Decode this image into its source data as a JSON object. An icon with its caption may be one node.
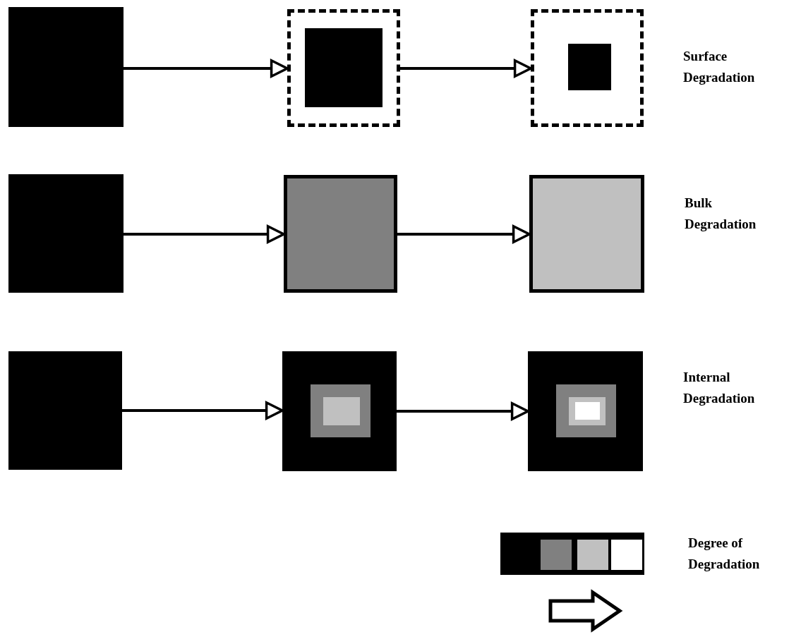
{
  "diagram": {
    "nodes": [
      {
        "text": [],
        "shape": "box"
      },
      {
        "text": [],
        "shape": "box"
      },
      {
        "text": [],
        "shape": "box"
      },
      {
        "text": [],
        "shape": "box"
      },
      {
        "text": [],
        "shape": "box"
      },
      {
        "text": [],
        "shape": "box"
      },
      {
        "text": [],
        "shape": "box"
      },
      {
        "text": [],
        "shape": "box"
      },
      {
        "text": [],
        "shape": "box"
      }
    ],
    "edges": [
      {
        "from": 0,
        "to": 1,
        "arrow": "to"
      },
      {
        "from": 1,
        "to": 2,
        "arrow": "to"
      },
      {
        "from": 3,
        "to": 4,
        "arrow": "to"
      },
      {
        "from": 4,
        "to": 5,
        "arrow": "to"
      },
      {
        "from": 6,
        "to": 7,
        "arrow": "to"
      },
      {
        "from": 7,
        "to": 8,
        "arrow": "to"
      }
    ],
    "labels": [
      "Surface Degradation",
      "Bulk Degradation",
      "Internal Degradation",
      "Degree of Degradation"
    ]
  }
}
